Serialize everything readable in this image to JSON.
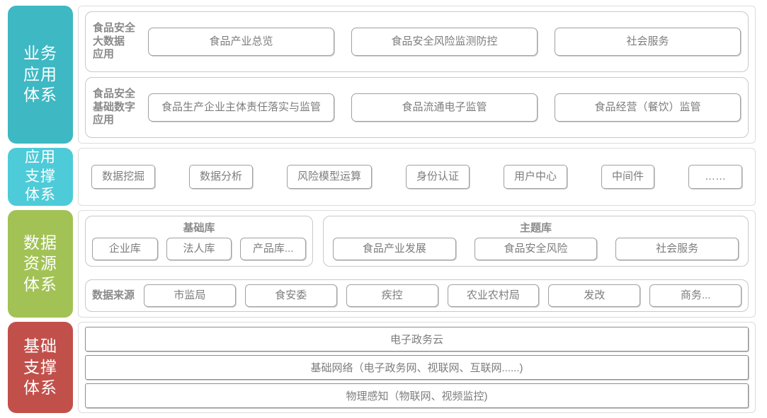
{
  "bands": [
    {
      "id": "business",
      "label_lines": [
        "业务",
        "应用",
        "体系"
      ],
      "color": "#3eb8c3",
      "groups": [
        {
          "caption": "食品安全\n大数据\n应用",
          "items": [
            "食品产业总览",
            "食品安全风险监测防控",
            "社会服务"
          ]
        },
        {
          "caption": "食品安全\n基础数字\n应用",
          "items": [
            "食品生产企业主体责任落实与监管",
            "食品流通电子监管",
            "食品经营（餐饮）监管"
          ]
        }
      ]
    },
    {
      "id": "support",
      "label_lines": [
        "应用",
        "支撑",
        "体系"
      ],
      "color": "#4ecbd8",
      "items": [
        "数据挖掘",
        "数据分析",
        "风险模型运算",
        "身份认证",
        "用户中心",
        "中间件",
        "……"
      ]
    },
    {
      "id": "data",
      "label_lines": [
        "数据",
        "资源",
        "体系"
      ],
      "color": "#a2c256",
      "basic_db": {
        "title": "基础库",
        "items": [
          "企业库",
          "法人库",
          "产品库..."
        ]
      },
      "theme_db": {
        "title": "主题库",
        "items": [
          "食品产业发展",
          "食品安全风险",
          "社会服务"
        ]
      },
      "source": {
        "caption": "数据来源",
        "items": [
          "市监局",
          "食安委",
          "疾控",
          "农业农村局",
          "发改",
          "商务..."
        ]
      }
    },
    {
      "id": "infra",
      "label_lines": [
        "基础",
        "支撑",
        "体系"
      ],
      "color": "#c1504b",
      "rows": [
        "电子政务云",
        "基础网络（电子政务网、视联网、互联网......)",
        "物理感知（物联网、视频监控)"
      ]
    }
  ],
  "colors": {
    "business": "#3eb8c3",
    "support": "#4ecbd8",
    "data": "#a2c256",
    "infra": "#c1504b",
    "box_text": "#7d7d7d",
    "caption_text": "#8a8a8a",
    "box_border": "#a0a0a0",
    "panel_border": "#c9c9c9"
  }
}
